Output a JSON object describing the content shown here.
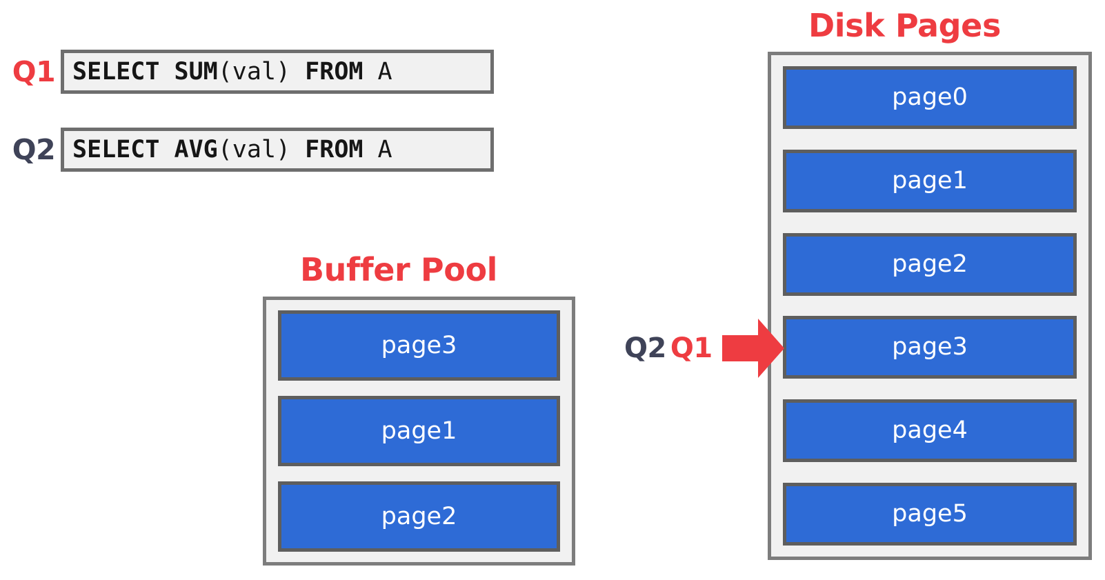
{
  "queries": [
    {
      "tag": "Q1",
      "tag_color": "#ee3c41",
      "sql_keyword1": "SELECT ",
      "sql_func": "SUM",
      "sql_args": "(val) ",
      "sql_keyword2": "FROM",
      "sql_table": " A"
    },
    {
      "tag": "Q2",
      "tag_color": "#3f4358",
      "sql_keyword1": "SELECT ",
      "sql_func": "AVG",
      "sql_args": "(val) ",
      "sql_keyword2": "FROM",
      "sql_table": " A"
    }
  ],
  "buffer_pool": {
    "title": "Buffer Pool",
    "title_color": "#ee3c41",
    "pages": [
      "page3",
      "page1",
      "page2"
    ]
  },
  "disk": {
    "title": "Disk Pages",
    "title_color": "#ee3c41",
    "pages": [
      "page0",
      "page1",
      "page2",
      "page3",
      "page4",
      "page5"
    ]
  },
  "arrow": {
    "label_left": "Q2",
    "label_left_color": "#3f4358",
    "label_right": "Q1",
    "label_right_color": "#ee3c41",
    "color": "#ee3c41",
    "target_page": "page3",
    "direction": "right"
  },
  "colors": {
    "page_fill": "#2e6bd6",
    "page_border": "#5e5e5e",
    "container_bg": "#f1f1f1",
    "container_border": "#7d7d7d",
    "sql_box_bg": "#f1f1f1",
    "sql_box_border": "#6e6e6e",
    "accent_red": "#ee3c41",
    "accent_navy": "#3f4358"
  }
}
